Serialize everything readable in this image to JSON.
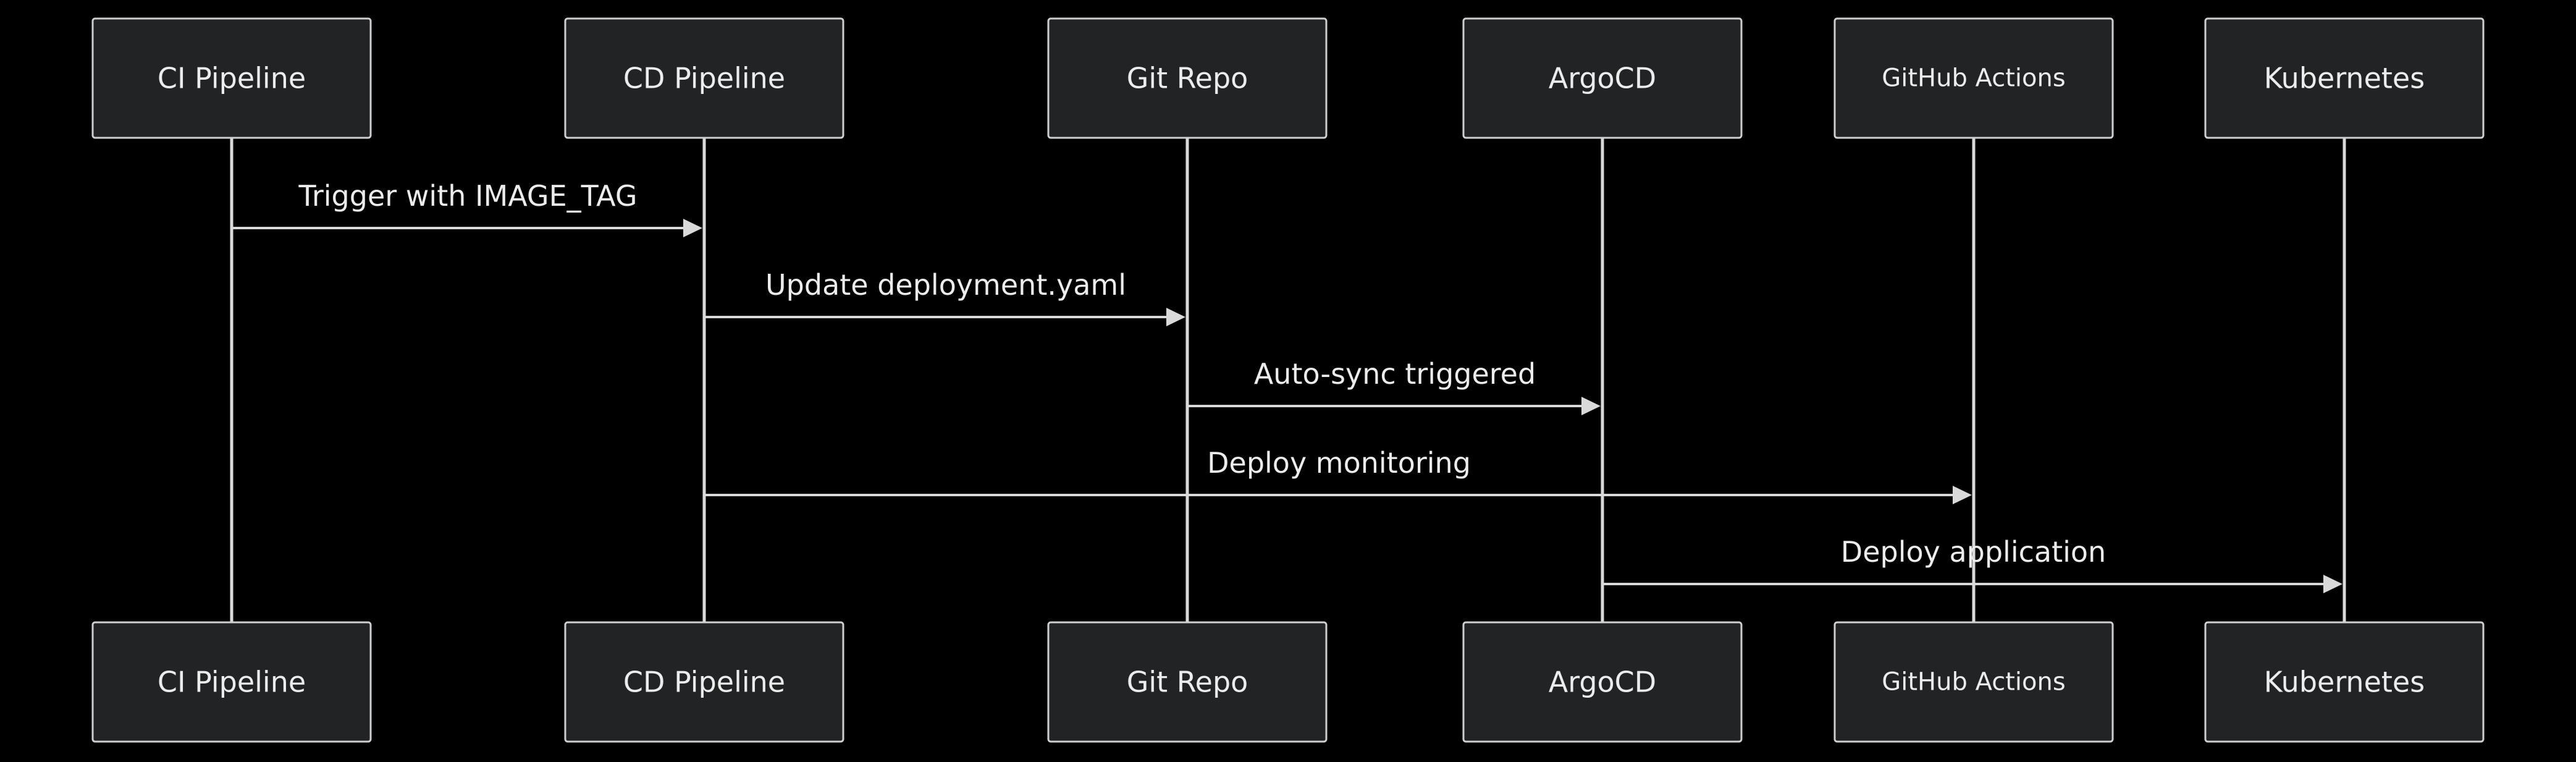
{
  "participants": [
    {
      "id": "ci",
      "label": "CI Pipeline"
    },
    {
      "id": "cd",
      "label": "CD Pipeline"
    },
    {
      "id": "git",
      "label": "Git Repo"
    },
    {
      "id": "argo",
      "label": "ArgoCD"
    },
    {
      "id": "gha",
      "label": "GitHub Actions"
    },
    {
      "id": "k8s",
      "label": "Kubernetes"
    }
  ],
  "messages": [
    {
      "from": "ci",
      "to": "cd",
      "label": "Trigger with IMAGE_TAG"
    },
    {
      "from": "cd",
      "to": "git",
      "label": "Update deployment.yaml"
    },
    {
      "from": "git",
      "to": "argo",
      "label": "Auto-sync triggered"
    },
    {
      "from": "cd",
      "to": "gha",
      "label": "Deploy monitoring"
    },
    {
      "from": "argo",
      "to": "k8s",
      "label": "Deploy application"
    }
  ],
  "colors": {
    "background": "#000000",
    "box_fill": "#222324",
    "box_stroke": "#cfcfcf",
    "line": "#d9d9d9",
    "text": "#ececec"
  }
}
